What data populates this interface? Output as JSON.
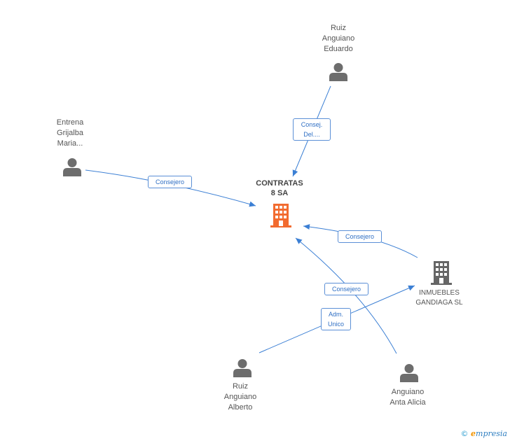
{
  "nodes": {
    "contratas": {
      "label": "CONTRATAS\n8 SA",
      "type": "company-main",
      "color": "#f26b2f"
    },
    "inmuebles": {
      "label": "INMUEBLES\nGANDIAGA SL",
      "type": "company",
      "color": "#666666"
    },
    "eduardo": {
      "label": "Ruiz\nAnguiano\nEduardo",
      "type": "person"
    },
    "maria": {
      "label": "Entrena\nGrijalba\nMaria...",
      "type": "person"
    },
    "alberto": {
      "label": "Ruiz\nAnguiano\nAlberto",
      "type": "person"
    },
    "alicia": {
      "label": "Anguiano\nAnta Alicia",
      "type": "person"
    }
  },
  "edges": {
    "eduardo_contratas": "Consej.\nDel....",
    "maria_contratas": "Consejero",
    "inmuebles_contratas": "Consejero",
    "alicia_contratas": "Consejero",
    "alberto_inmuebles": "Adm.\nUnico"
  },
  "colors": {
    "edge": "#3b7fd4",
    "person": "#6d6d6d"
  },
  "footer": {
    "copyright": "©",
    "brand_e": "e",
    "brand_rest": "mpresia"
  }
}
